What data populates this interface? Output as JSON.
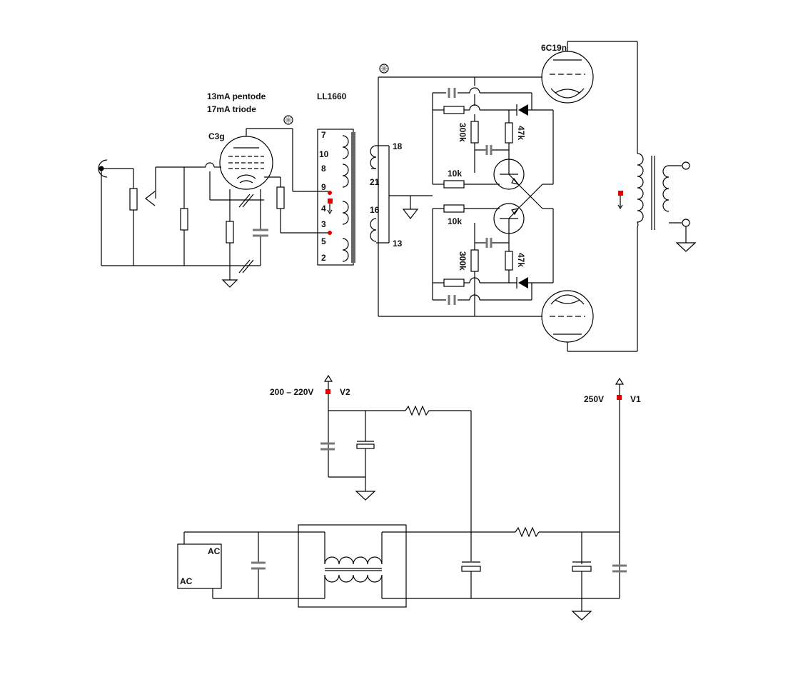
{
  "labels": {
    "current_pentode": "13mA  pentode",
    "current_triode": "17mA  triode",
    "input_tube": "C3g",
    "transformer": "LL1660",
    "output_tube": "6C19n",
    "pin7": "7",
    "pin10": "10",
    "pin8": "8",
    "pin9": "9",
    "pin4": "4",
    "pin3": "3",
    "pin5": "5",
    "pin2": "2",
    "pin18": "18",
    "pin21": "21",
    "pin16": "16",
    "pin13": "13",
    "r_10k_top": "10k",
    "r_10k_bottom": "10k",
    "r_300k_top": "300k",
    "r_300k_bottom": "300k",
    "r_47k_top": "47k",
    "r_47k_bottom": "47k",
    "v2_voltage": "200 – 220V",
    "v2_name": "V2",
    "v1_voltage": "250V",
    "v1_name": "V1",
    "ac_1": "AC",
    "ac_2": "AC"
  },
  "colors": {
    "wire": "#000000",
    "capacitor": "#777777",
    "marker": "#e00000"
  }
}
